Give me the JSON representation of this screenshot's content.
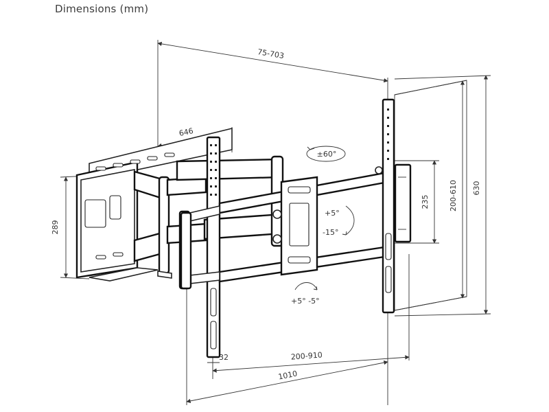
{
  "title": "Dimensions (mm)",
  "dimensions": {
    "vesa_range": "75-703",
    "depth": "646",
    "plate_height": "289",
    "rail_height": "235",
    "vertical_range": "200-610",
    "total_height": "630",
    "rail_offset": "32",
    "horizontal_range": "200-910",
    "total_width": "1010"
  },
  "angles": {
    "swivel": "±60°",
    "tilt_up": "+5°",
    "tilt_down": "-15°",
    "level": "+5° -5°"
  }
}
